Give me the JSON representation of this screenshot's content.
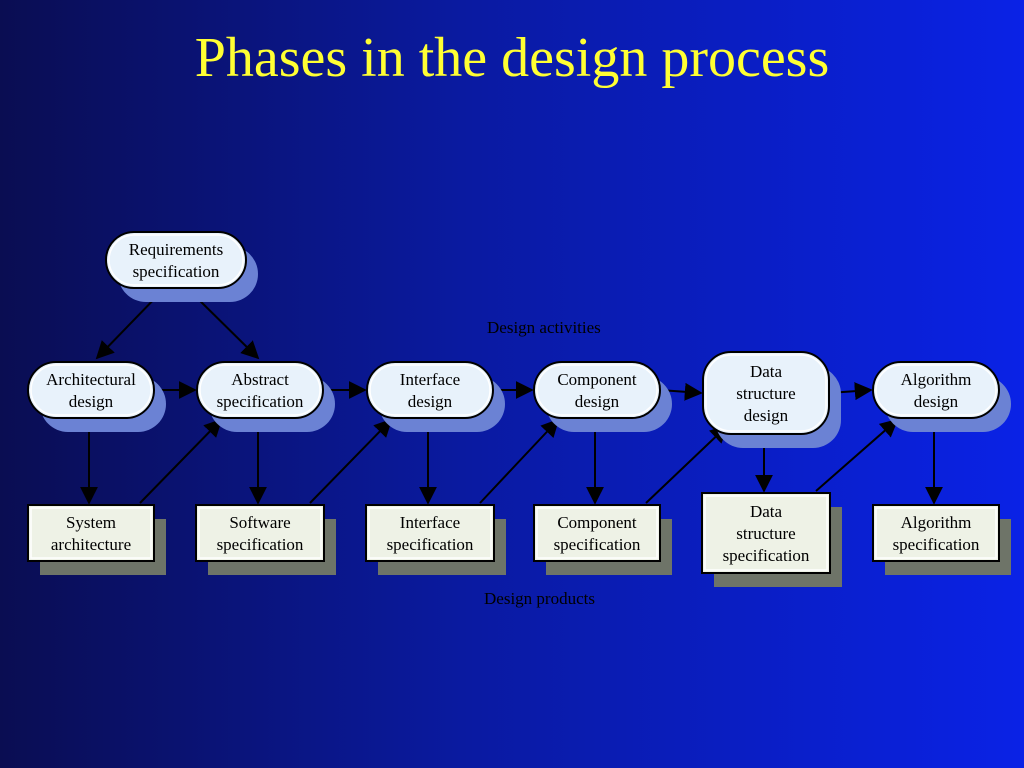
{
  "title": "Phases in the design process",
  "labels": {
    "activities": "Design activities",
    "products": "Design products"
  },
  "requirements": [
    "Requirements",
    "specification"
  ],
  "activities": [
    [
      "Architectural",
      "design"
    ],
    [
      "Abstract",
      "specification"
    ],
    [
      "Interface",
      "design"
    ],
    [
      "Component",
      "design"
    ],
    [
      "Data",
      "structure",
      "design"
    ],
    [
      "Algorithm",
      "design"
    ]
  ],
  "products": [
    [
      "System",
      "architecture"
    ],
    [
      "Software",
      "specification"
    ],
    [
      "Interface",
      "specification"
    ],
    [
      "Component",
      "specification"
    ],
    [
      "Data",
      "structure",
      "specification"
    ],
    [
      "Algorithm",
      "specification"
    ]
  ],
  "colors": {
    "title": "#ffff33",
    "node_fill": "#e8f2fb",
    "node_shadow": "#6b82d4",
    "product_fill": "#eef2e6",
    "product_shadow": "#6e7468",
    "arrow": "#000000"
  }
}
